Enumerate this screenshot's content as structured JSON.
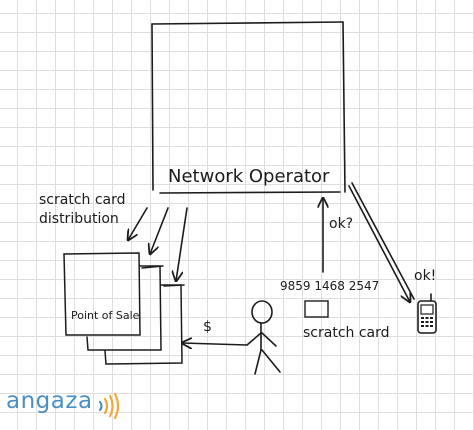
{
  "diagram": {
    "operator_label": "Network Operator",
    "distribution_line1": "scratch card",
    "distribution_line2": "distribution",
    "pos_label": "Point of Sale",
    "dollar_label": "$",
    "card_number": "9859 1468 2547",
    "card_label": "scratch card",
    "ok_question": "ok?",
    "ok_confirm": "ok!"
  },
  "brand": {
    "name": "angaza",
    "text_color": "#4a90c4",
    "ray_color": "#f2a93b"
  }
}
